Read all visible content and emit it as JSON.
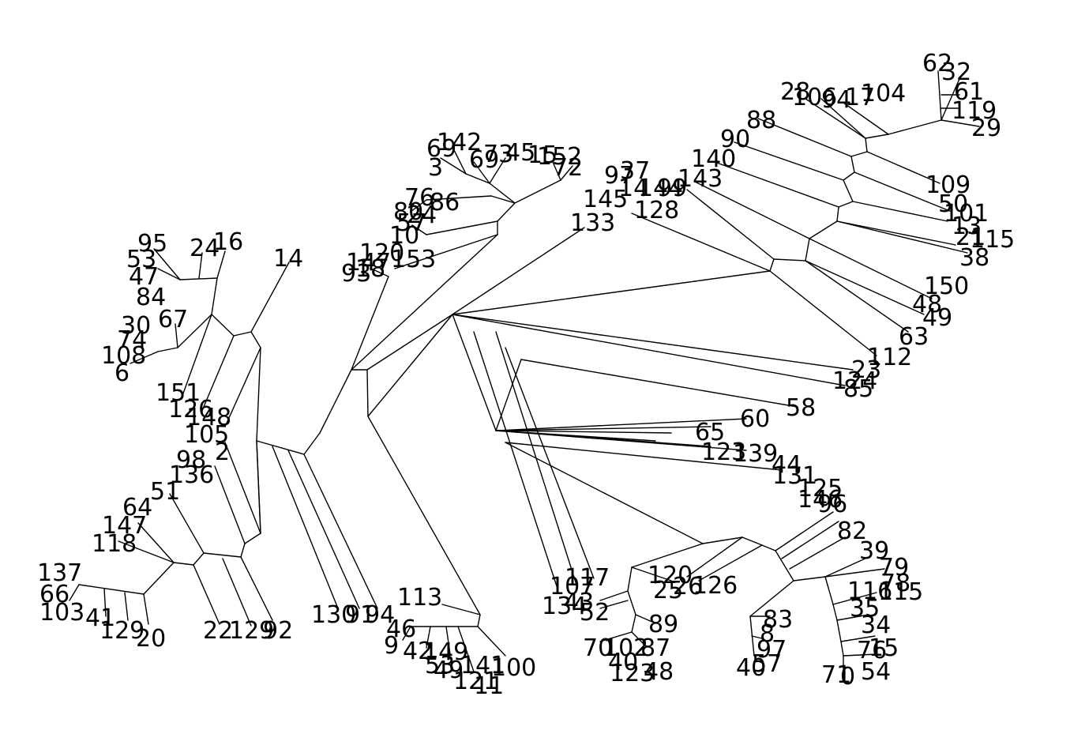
{
  "diagram": {
    "type": "unrooted-phylogenetic-tree",
    "leaf_labels": [
      "62",
      "32",
      "28",
      "106",
      "94",
      "17",
      "104",
      "61",
      "119",
      "29",
      "88",
      "90",
      "140",
      "109",
      "50",
      "101",
      "13",
      "21",
      "115",
      "38",
      "150",
      "48",
      "49",
      "63",
      "112",
      "23",
      "124",
      "85",
      "58",
      "69",
      "142",
      "3",
      "69",
      "73",
      "45",
      "15",
      "152",
      "72",
      "97",
      "37",
      "14",
      "144",
      "99",
      "143",
      "145",
      "128",
      "133",
      "76",
      "86",
      "80",
      "24",
      "57",
      "10",
      "147",
      "120",
      "153",
      "93",
      "18",
      "95",
      "24",
      "16",
      "53",
      "47",
      "84",
      "14",
      "30",
      "67",
      "74",
      "108",
      "6",
      "151",
      "126",
      "148",
      "105",
      "2",
      "98",
      "136",
      "51",
      "64",
      "147",
      "118",
      "137",
      "66",
      "103",
      "41",
      "129",
      "20",
      "22",
      "129",
      "92",
      "130",
      "91",
      "94",
      "113",
      "46",
      "9",
      "42",
      "149",
      "53",
      "49",
      "141",
      "100",
      "121",
      "11",
      "60",
      "65",
      "123",
      "139",
      "44",
      "131",
      "125",
      "146",
      "96",
      "82",
      "39",
      "79",
      "78",
      "116",
      "115",
      "35",
      "34",
      "15",
      "76",
      "71",
      "0",
      "54",
      "117",
      "107",
      "134",
      "43",
      "52",
      "120",
      "25",
      "26",
      "126",
      "89",
      "70",
      "102",
      "87",
      "40",
      "123",
      "48",
      "83",
      "8",
      "97",
      "40",
      "57"
    ]
  }
}
